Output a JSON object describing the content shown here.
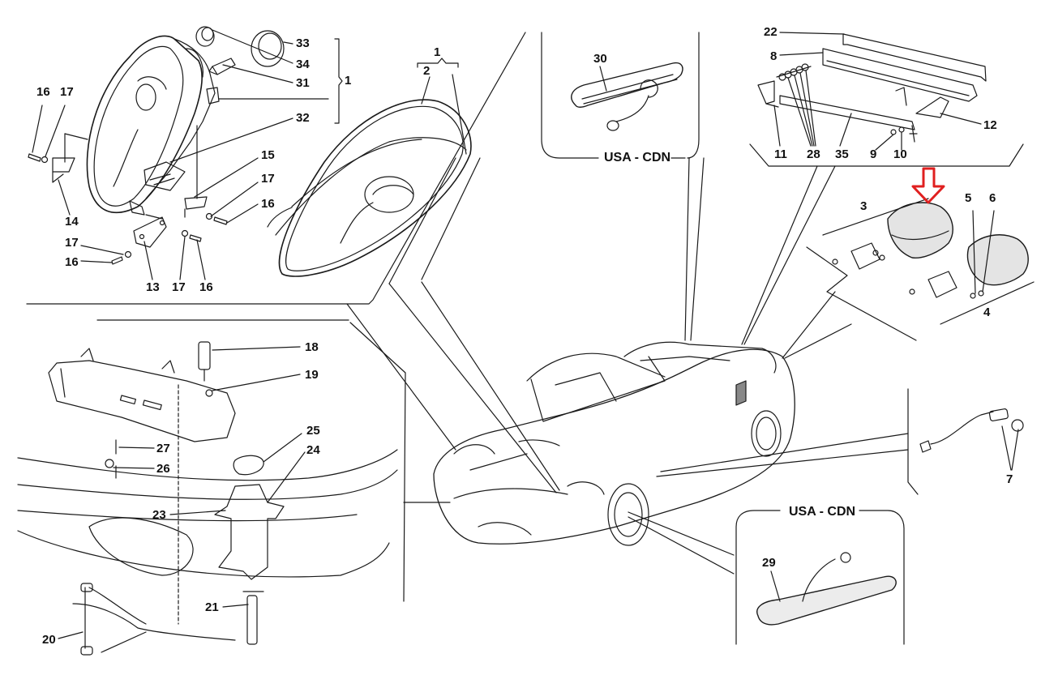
{
  "diagram": {
    "type": "exploded-parts-diagram",
    "subject": "Convertible sports car lighting assemblies",
    "highlight_color": "#e02020",
    "line_color": "#1a1a1a",
    "highlight_target": "3",
    "region_labels": {
      "usa_cdn_top": "USA - CDN",
      "usa_cdn_bottom": "USA - CDN"
    },
    "groups": {
      "headlamp": {
        "bracket_label": "1",
        "members": [
          "33",
          "34",
          "31",
          "32"
        ],
        "labels": [
          "16",
          "17",
          "16",
          "17",
          "14",
          "13",
          "17",
          "16",
          "17",
          "16",
          "15",
          "32",
          "31",
          "34",
          "33",
          "1"
        ]
      },
      "headlamp_seal": {
        "labels": [
          "1",
          "2"
        ]
      },
      "third_brake_light_usa": {
        "labels": [
          "30"
        ]
      },
      "third_brake_light": {
        "labels": [
          "22",
          "8",
          "12",
          "11",
          "28",
          "35",
          "9",
          "10"
        ]
      },
      "tail_lamps": {
        "labels": [
          "3",
          "4",
          "5",
          "6"
        ]
      },
      "washer": {
        "labels": [
          "18",
          "19",
          "25",
          "24",
          "27",
          "26",
          "23",
          "21",
          "20"
        ]
      },
      "side_marker": {
        "labels": [
          "7"
        ]
      },
      "side_reflector_usa": {
        "labels": [
          "29"
        ]
      }
    },
    "callouts": {
      "c33": "33",
      "c34": "34",
      "c31": "31",
      "c1a": "1",
      "c32": "32",
      "c16a": "16",
      "c17a": "17",
      "c14": "14",
      "c15": "15",
      "c17b": "17",
      "c16b": "16",
      "c17c": "17",
      "c16c": "16",
      "c13": "13",
      "c17d": "17",
      "c16d": "16",
      "c1b": "1",
      "c2": "2",
      "c30": "30",
      "c22": "22",
      "c8": "8",
      "c12": "12",
      "c11": "11",
      "c28": "28",
      "c35": "35",
      "c9": "9",
      "c10": "10",
      "c3": "3",
      "c5": "5",
      "c6": "6",
      "c4": "4",
      "c18": "18",
      "c19": "19",
      "c25": "25",
      "c24": "24",
      "c27": "27",
      "c26": "26",
      "c23": "23",
      "c21": "21",
      "c20": "20",
      "c7": "7",
      "c29": "29"
    }
  }
}
